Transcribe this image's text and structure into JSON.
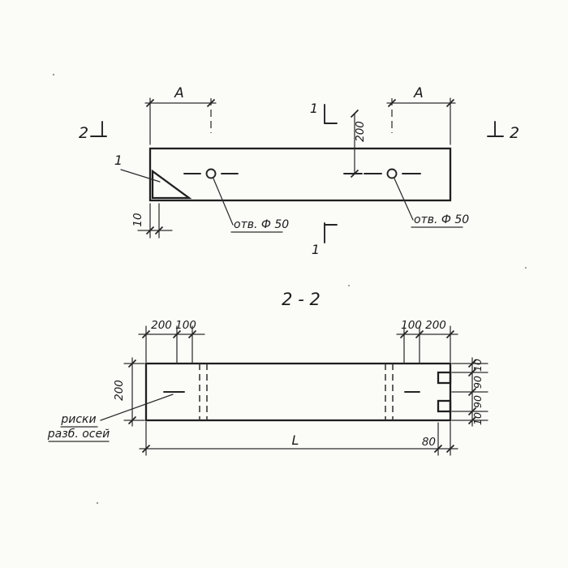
{
  "top_view": {
    "detail_mark": "1",
    "section_mark_1_top": "1",
    "section_mark_1_bottom": "1",
    "section_mark_2_left": "2",
    "section_mark_2_right": "2",
    "dim_a_left": "A",
    "dim_a_right": "A",
    "dim_offset_200": "200",
    "dim_chamfer_10": "10",
    "hole_left_label": "отв. Ф 50",
    "hole_right_label": "отв. Ф 50"
  },
  "section_view": {
    "title": "2 - 2",
    "top_dims_left": [
      "200",
      "100"
    ],
    "top_dims_right": [
      "100",
      "200"
    ],
    "dim_width_200": "200",
    "right_dims": [
      "10",
      "90",
      "90",
      "10"
    ],
    "dim_length": "L",
    "dim_edge_80": "80",
    "axes_note_line1": "риски",
    "axes_note_line2": "разб. осей"
  }
}
